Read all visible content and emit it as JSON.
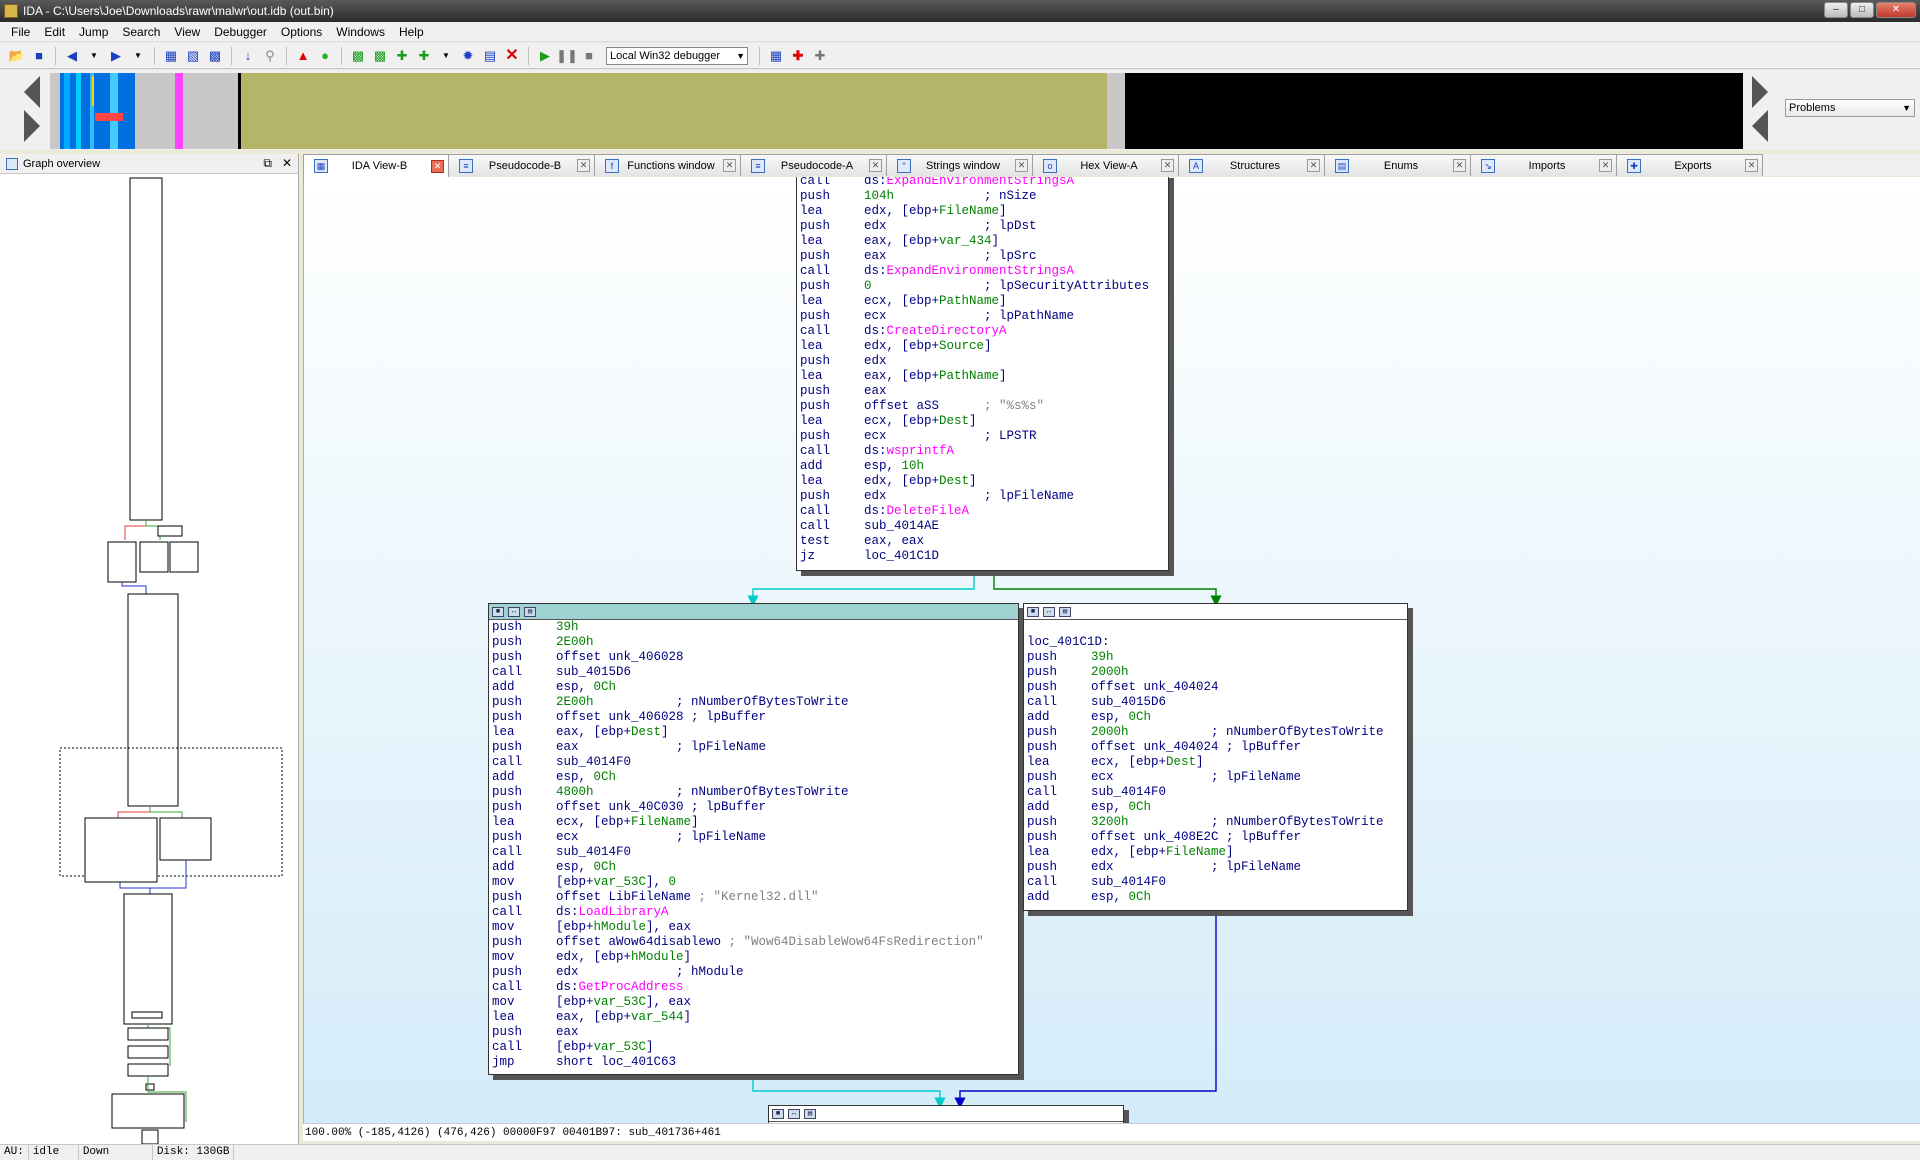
{
  "window": {
    "title": "IDA - C:\\Users\\Joe\\Downloads\\rawr\\malwr\\out.idb (out.bin)"
  },
  "menu": [
    "File",
    "Edit",
    "Jump",
    "Search",
    "View",
    "Debugger",
    "Options",
    "Windows",
    "Help"
  ],
  "toolbar": {
    "debugger_select": "Local Win32 debugger"
  },
  "navband": {
    "problems_select": "Problems"
  },
  "left_panel": {
    "title": "Graph overview"
  },
  "tabs": [
    {
      "label": "IDA View-B",
      "active": true,
      "icon": "graph-view-icon"
    },
    {
      "label": "Pseudocode-B",
      "icon": "pseudocode-icon"
    },
    {
      "label": "Functions window",
      "icon": "functions-icon"
    },
    {
      "label": "Pseudocode-A",
      "icon": "pseudocode-icon"
    },
    {
      "label": "Strings window",
      "icon": "strings-icon"
    },
    {
      "label": "Hex View-A",
      "icon": "hex-icon"
    },
    {
      "label": "Structures",
      "icon": "structures-icon"
    },
    {
      "label": "Enums",
      "icon": "enums-icon"
    },
    {
      "label": "Imports",
      "icon": "imports-icon"
    },
    {
      "label": "Exports",
      "icon": "exports-icon"
    }
  ],
  "blocks": {
    "top": [
      {
        "m": "call",
        "o": [
          [
            "op",
            "ds:"
          ],
          [
            "fn",
            "ExpandEnvironmentStringsA"
          ]
        ]
      },
      {
        "m": "push",
        "o": [
          [
            "nm",
            "104h"
          ],
          [
            "op",
            "            "
          ],
          [
            "cm",
            "; nSize"
          ]
        ]
      },
      {
        "m": "lea",
        "o": [
          [
            "op",
            "edx, [ebp+"
          ],
          [
            "nm",
            "FileName"
          ],
          [
            "op",
            "]"
          ]
        ]
      },
      {
        "m": "push",
        "o": [
          [
            "op",
            "edx             "
          ],
          [
            "cm",
            "; lpDst"
          ]
        ]
      },
      {
        "m": "lea",
        "o": [
          [
            "op",
            "eax, [ebp+"
          ],
          [
            "nm",
            "var_434"
          ],
          [
            "op",
            "]"
          ]
        ]
      },
      {
        "m": "push",
        "o": [
          [
            "op",
            "eax             "
          ],
          [
            "cm",
            "; lpSrc"
          ]
        ]
      },
      {
        "m": "call",
        "o": [
          [
            "op",
            "ds:"
          ],
          [
            "fn",
            "ExpandEnvironmentStringsA"
          ]
        ]
      },
      {
        "m": "push",
        "o": [
          [
            "nm",
            "0"
          ],
          [
            "op",
            "               "
          ],
          [
            "cm",
            "; lpSecurityAttributes"
          ]
        ]
      },
      {
        "m": "lea",
        "o": [
          [
            "op",
            "ecx, [ebp+"
          ],
          [
            "nm",
            "PathName"
          ],
          [
            "op",
            "]"
          ]
        ]
      },
      {
        "m": "push",
        "o": [
          [
            "op",
            "ecx             "
          ],
          [
            "cm",
            "; lpPathName"
          ]
        ]
      },
      {
        "m": "call",
        "o": [
          [
            "op",
            "ds:"
          ],
          [
            "fn",
            "CreateDirectoryA"
          ]
        ]
      },
      {
        "m": "lea",
        "o": [
          [
            "op",
            "edx, [ebp+"
          ],
          [
            "nm",
            "Source"
          ],
          [
            "op",
            "]"
          ]
        ]
      },
      {
        "m": "push",
        "o": [
          [
            "op",
            "edx"
          ]
        ]
      },
      {
        "m": "lea",
        "o": [
          [
            "op",
            "eax, [ebp+"
          ],
          [
            "nm",
            "PathName"
          ],
          [
            "op",
            "]"
          ]
        ]
      },
      {
        "m": "push",
        "o": [
          [
            "op",
            "eax"
          ]
        ]
      },
      {
        "m": "push",
        "o": [
          [
            "op",
            "offset aSS      "
          ],
          [
            "st",
            "; \"%s%s\""
          ]
        ]
      },
      {
        "m": "lea",
        "o": [
          [
            "op",
            "ecx, [ebp+"
          ],
          [
            "nm",
            "Dest"
          ],
          [
            "op",
            "]"
          ]
        ]
      },
      {
        "m": "push",
        "o": [
          [
            "op",
            "ecx             "
          ],
          [
            "cm",
            "; LPSTR"
          ]
        ]
      },
      {
        "m": "call",
        "o": [
          [
            "op",
            "ds:"
          ],
          [
            "fn",
            "wsprintfA"
          ]
        ]
      },
      {
        "m": "add",
        "o": [
          [
            "op",
            "esp, "
          ],
          [
            "nm",
            "10h"
          ]
        ]
      },
      {
        "m": "lea",
        "o": [
          [
            "op",
            "edx, [ebp+"
          ],
          [
            "nm",
            "Dest"
          ],
          [
            "op",
            "]"
          ]
        ]
      },
      {
        "m": "push",
        "o": [
          [
            "op",
            "edx             "
          ],
          [
            "cm",
            "; lpFileName"
          ]
        ]
      },
      {
        "m": "call",
        "o": [
          [
            "op",
            "ds:"
          ],
          [
            "fn",
            "DeleteFileA"
          ]
        ]
      },
      {
        "m": "call",
        "o": [
          [
            "op",
            "sub_4014AE"
          ]
        ]
      },
      {
        "m": "test",
        "o": [
          [
            "op",
            "eax, eax"
          ]
        ]
      },
      {
        "m": "jz",
        "o": [
          [
            "op",
            "loc_401C1D"
          ]
        ]
      }
    ],
    "left": [
      {
        "m": "push",
        "o": [
          [
            "nm",
            "39h"
          ]
        ]
      },
      {
        "m": "push",
        "o": [
          [
            "nm",
            "2E00h"
          ]
        ]
      },
      {
        "m": "push",
        "o": [
          [
            "op",
            "offset unk_406028"
          ]
        ]
      },
      {
        "m": "call",
        "o": [
          [
            "op",
            "sub_4015D6"
          ]
        ]
      },
      {
        "m": "add",
        "o": [
          [
            "op",
            "esp, "
          ],
          [
            "nm",
            "0Ch"
          ]
        ]
      },
      {
        "m": "push",
        "o": [
          [
            "nm",
            "2E00h"
          ],
          [
            "op",
            "           "
          ],
          [
            "cm",
            "; nNumberOfBytesToWrite"
          ]
        ]
      },
      {
        "m": "push",
        "o": [
          [
            "op",
            "offset unk_406028 "
          ],
          [
            "cm",
            "; lpBuffer"
          ]
        ]
      },
      {
        "m": "lea",
        "o": [
          [
            "op",
            "eax, [ebp+"
          ],
          [
            "nm",
            "Dest"
          ],
          [
            "op",
            "]"
          ]
        ]
      },
      {
        "m": "push",
        "o": [
          [
            "op",
            "eax             "
          ],
          [
            "cm",
            "; lpFileName"
          ]
        ]
      },
      {
        "m": "call",
        "o": [
          [
            "op",
            "sub_4014F0"
          ]
        ]
      },
      {
        "m": "add",
        "o": [
          [
            "op",
            "esp, "
          ],
          [
            "nm",
            "0Ch"
          ]
        ]
      },
      {
        "m": "push",
        "o": [
          [
            "nm",
            "4800h"
          ],
          [
            "op",
            "           "
          ],
          [
            "cm",
            "; nNumberOfBytesToWrite"
          ]
        ]
      },
      {
        "m": "push",
        "o": [
          [
            "op",
            "offset unk_40C030 "
          ],
          [
            "cm",
            "; lpBuffer"
          ]
        ]
      },
      {
        "m": "lea",
        "o": [
          [
            "op",
            "ecx, [ebp+"
          ],
          [
            "nm",
            "FileName"
          ],
          [
            "op",
            "]"
          ]
        ]
      },
      {
        "m": "push",
        "o": [
          [
            "op",
            "ecx             "
          ],
          [
            "cm",
            "; lpFileName"
          ]
        ]
      },
      {
        "m": "call",
        "o": [
          [
            "op",
            "sub_4014F0"
          ]
        ]
      },
      {
        "m": "add",
        "o": [
          [
            "op",
            "esp, "
          ],
          [
            "nm",
            "0Ch"
          ]
        ]
      },
      {
        "m": "mov",
        "o": [
          [
            "op",
            "[ebp+"
          ],
          [
            "nm",
            "var_53C"
          ],
          [
            "op",
            "], "
          ],
          [
            "nm",
            "0"
          ]
        ]
      },
      {
        "m": "push",
        "o": [
          [
            "op",
            "offset LibFileName "
          ],
          [
            "st",
            "; \"Kernel32.dll\""
          ]
        ]
      },
      {
        "m": "call",
        "o": [
          [
            "op",
            "ds:"
          ],
          [
            "fn",
            "LoadLibraryA"
          ]
        ]
      },
      {
        "m": "mov",
        "o": [
          [
            "op",
            "[ebp+"
          ],
          [
            "nm",
            "hModule"
          ],
          [
            "op",
            "], eax"
          ]
        ]
      },
      {
        "m": "push",
        "o": [
          [
            "op",
            "offset aWow64disablewo "
          ],
          [
            "st",
            "; \"Wow64DisableWow64FsRedirection\""
          ]
        ]
      },
      {
        "m": "mov",
        "o": [
          [
            "op",
            "edx, [ebp+"
          ],
          [
            "nm",
            "hModule"
          ],
          [
            "op",
            "]"
          ]
        ]
      },
      {
        "m": "push",
        "o": [
          [
            "op",
            "edx             "
          ],
          [
            "cm",
            "; hModule"
          ]
        ]
      },
      {
        "m": "call",
        "o": [
          [
            "op",
            "ds:"
          ],
          [
            "fn",
            "GetProcAddress"
          ]
        ]
      },
      {
        "m": "mov",
        "o": [
          [
            "op",
            "[ebp+"
          ],
          [
            "nm",
            "var_53C"
          ],
          [
            "op",
            "], eax"
          ]
        ]
      },
      {
        "m": "lea",
        "o": [
          [
            "op",
            "eax, [ebp+"
          ],
          [
            "nm",
            "var_544"
          ],
          [
            "op",
            "]"
          ]
        ]
      },
      {
        "m": "push",
        "o": [
          [
            "op",
            "eax"
          ]
        ]
      },
      {
        "m": "call",
        "o": [
          [
            "op",
            "[ebp+"
          ],
          [
            "nm",
            "var_53C"
          ],
          [
            "op",
            "]"
          ]
        ]
      },
      {
        "m": "jmp",
        "o": [
          [
            "op",
            "short loc_401C63"
          ]
        ]
      }
    ],
    "right_label": "loc_401C1D:",
    "right": [
      {
        "m": "push",
        "o": [
          [
            "nm",
            "39h"
          ]
        ]
      },
      {
        "m": "push",
        "o": [
          [
            "nm",
            "2000h"
          ]
        ]
      },
      {
        "m": "push",
        "o": [
          [
            "op",
            "offset unk_404024"
          ]
        ]
      },
      {
        "m": "call",
        "o": [
          [
            "op",
            "sub_4015D6"
          ]
        ]
      },
      {
        "m": "add",
        "o": [
          [
            "op",
            "esp, "
          ],
          [
            "nm",
            "0Ch"
          ]
        ]
      },
      {
        "m": "push",
        "o": [
          [
            "nm",
            "2000h"
          ],
          [
            "op",
            "           "
          ],
          [
            "cm",
            "; nNumberOfBytesToWrite"
          ]
        ]
      },
      {
        "m": "push",
        "o": [
          [
            "op",
            "offset unk_404024 "
          ],
          [
            "cm",
            "; lpBuffer"
          ]
        ]
      },
      {
        "m": "lea",
        "o": [
          [
            "op",
            "ecx, [ebp+"
          ],
          [
            "nm",
            "Dest"
          ],
          [
            "op",
            "]"
          ]
        ]
      },
      {
        "m": "push",
        "o": [
          [
            "op",
            "ecx             "
          ],
          [
            "cm",
            "; lpFileName"
          ]
        ]
      },
      {
        "m": "call",
        "o": [
          [
            "op",
            "sub_4014F0"
          ]
        ]
      },
      {
        "m": "add",
        "o": [
          [
            "op",
            "esp, "
          ],
          [
            "nm",
            "0Ch"
          ]
        ]
      },
      {
        "m": "push",
        "o": [
          [
            "nm",
            "3200h"
          ],
          [
            "op",
            "           "
          ],
          [
            "cm",
            "; nNumberOfBytesToWrite"
          ]
        ]
      },
      {
        "m": "push",
        "o": [
          [
            "op",
            "offset unk_408E2C "
          ],
          [
            "cm",
            "; lpBuffer"
          ]
        ]
      },
      {
        "m": "lea",
        "o": [
          [
            "op",
            "edx, [ebp+"
          ],
          [
            "nm",
            "FileName"
          ],
          [
            "op",
            "]"
          ]
        ]
      },
      {
        "m": "push",
        "o": [
          [
            "op",
            "edx             "
          ],
          [
            "cm",
            "; lpFileName"
          ]
        ]
      },
      {
        "m": "call",
        "o": [
          [
            "op",
            "sub_4014F0"
          ]
        ]
      },
      {
        "m": "add",
        "o": [
          [
            "op",
            "esp, "
          ],
          [
            "nm",
            "0Ch"
          ]
        ]
      }
    ]
  },
  "graph_status": "100.00% (-185,4126) (476,426) 00000F97 00401B97: sub_401736+461",
  "status_bar": {
    "au": "AU:",
    "state": "idle",
    "dir": "Down",
    "disk": "Disk: 130GB"
  },
  "colors": {
    "mnemonic": "#000080",
    "number": "#008000",
    "import": "#ff00ff",
    "string_comment": "#808080",
    "edge_true": "#008000",
    "edge_false": "#00cccc",
    "edge_jump": "#0000cc"
  }
}
